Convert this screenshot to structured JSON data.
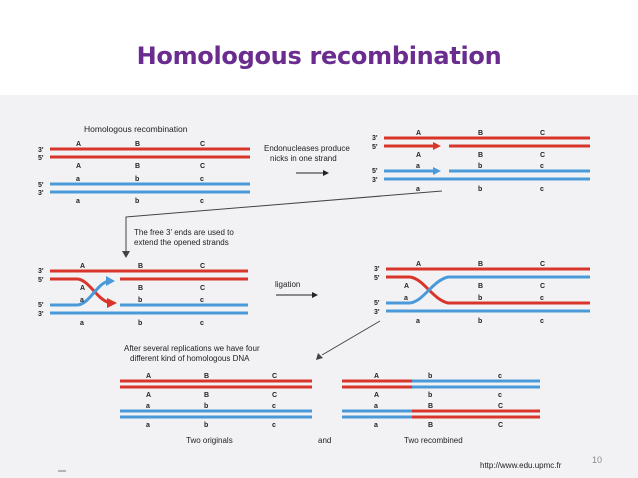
{
  "slide": {
    "title": "Homologous recombination",
    "page_number": "10"
  },
  "diagram": {
    "caption_top": "Homologous recombination",
    "step1_line1": "Endonucleases produce",
    "step1_line2": "nicks in one strand",
    "step2_line1": "The free 3' ends are used to",
    "step2_line2": "extend the opened strands",
    "step3": "ligation",
    "step4_line1": "After several replications we have four",
    "step4_line2": "different kind of homologous DNA",
    "label_originals": "Two originals",
    "label_and": "and",
    "label_recombined": "Two recombined",
    "url": "http://www.edu.upmc.fr",
    "end3": "3'",
    "end5": "5'",
    "allele_A": "A",
    "allele_B": "B",
    "allele_C": "C",
    "allele_a": "a",
    "allele_b": "b",
    "allele_c": "c"
  },
  "colors": {
    "title": "#6a2c8e",
    "red_strand": "#d9352b",
    "blue_strand": "#4a9ad9",
    "text": "#222222",
    "panel": "#f2f2f4"
  }
}
